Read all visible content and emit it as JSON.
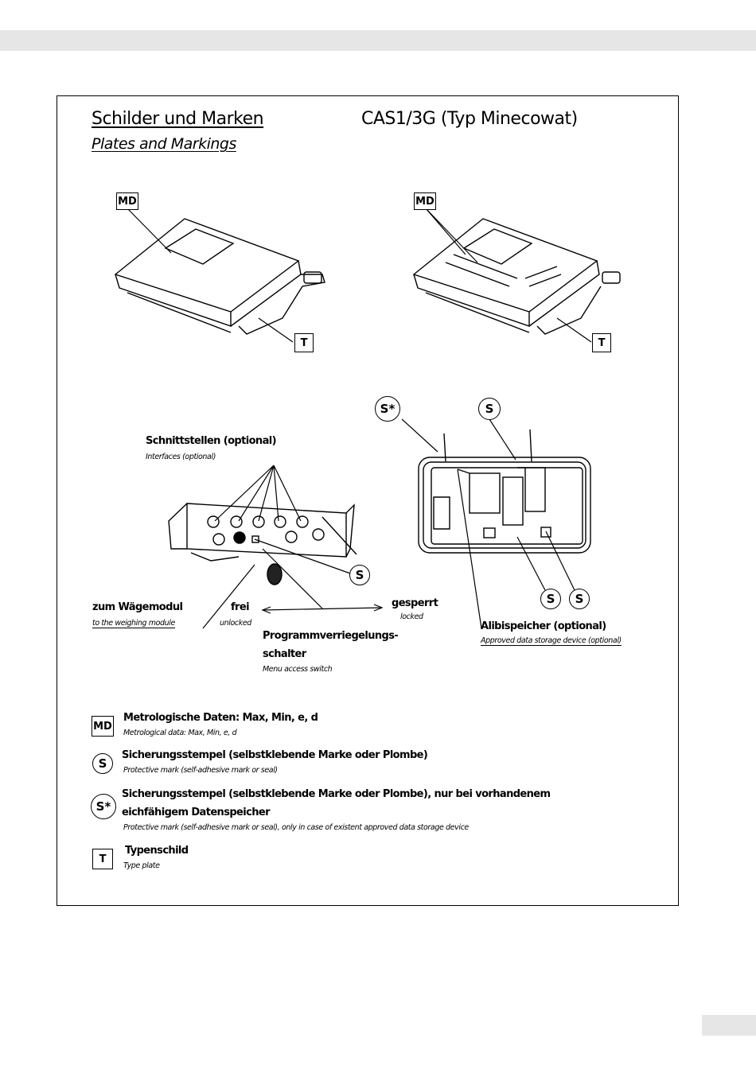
{
  "header": {
    "title_de": "Schilder und Marken",
    "title_en": "Plates and Markings",
    "model": "CAS1/3G (Typ Minecowat)"
  },
  "symbols": {
    "md": "MD",
    "s": "S",
    "s_star": "S*",
    "t": "T"
  },
  "callouts": {
    "interfaces_de": "Schnittstellen (optional)",
    "interfaces_en": "Interfaces (optional)",
    "to_module_de": "zum Wägemodul",
    "to_module_en": "to the weighing module",
    "free_de": "frei",
    "free_en": "unlocked",
    "locked_de": "gesperrt",
    "locked_en": "locked",
    "switch_de_1": "Programmverriegelungs-",
    "switch_de_2": "schalter",
    "switch_en": "Menu access switch",
    "storage_de": "Alibispeicher (optional)",
    "storage_en": "Approved data storage device (optional)"
  },
  "legend": [
    {
      "symbol": "MD",
      "de": "Metrologische Daten: Max, Min, e, d",
      "en": "Metrological data: Max, Min, e, d"
    },
    {
      "symbol": "S",
      "de": "Sicherungsstempel (selbstklebende Marke oder Plombe)",
      "en": "Protective mark (self-adhesive mark or seal)"
    },
    {
      "symbol": "S*",
      "de_1": "Sicherungsstempel (selbstklebende Marke oder Plombe), nur bei vorhandenem",
      "de_2": "eichfähigem Datenspeicher",
      "en": "Protective mark (self-adhesive mark or seal), only in case of existent approved data storage device"
    },
    {
      "symbol": "T",
      "de": "Typenschild",
      "en": "Type plate"
    }
  ]
}
